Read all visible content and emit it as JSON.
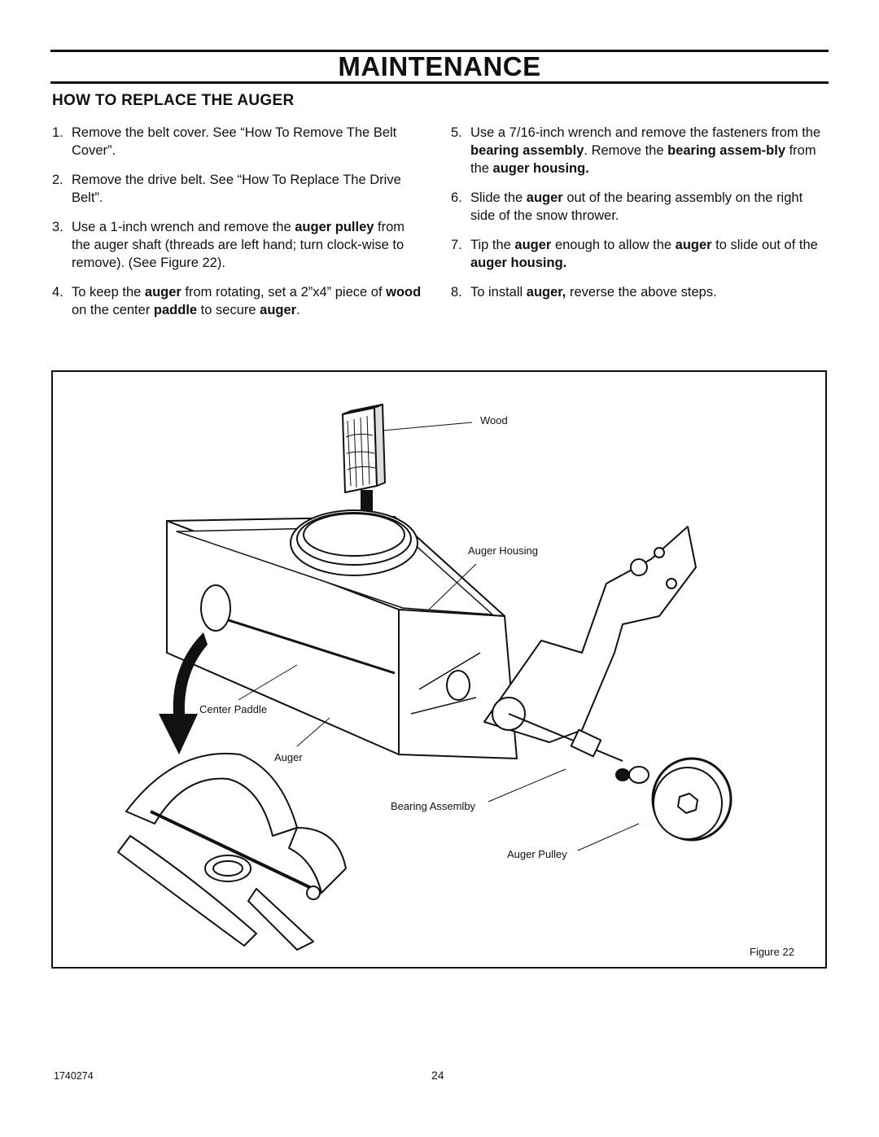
{
  "page_title": "MAINTENANCE",
  "section_heading": "HOW TO REPLACE THE AUGER",
  "steps_left": [
    {
      "num": "1.",
      "parts": [
        {
          "t": "Remove the belt cover. See “How To Remove The Belt Cover”.",
          "b": false
        }
      ]
    },
    {
      "num": "2.",
      "parts": [
        {
          "t": "Remove the drive belt. See “How To Replace The Drive Belt”.",
          "b": false
        }
      ]
    },
    {
      "num": "3.",
      "parts": [
        {
          "t": "Use a 1-inch wrench and remove the ",
          "b": false
        },
        {
          "t": "auger pulley",
          "b": true
        },
        {
          "t": " from the auger shaft (threads are left hand; turn clock-wise to remove). (See Figure 22).",
          "b": false
        }
      ]
    },
    {
      "num": "4.",
      "parts": [
        {
          "t": "To keep the ",
          "b": false
        },
        {
          "t": "auger",
          "b": true
        },
        {
          "t": " from rotating, set a 2”x4” piece of ",
          "b": false
        },
        {
          "t": "wood",
          "b": true
        },
        {
          "t": " on the center ",
          "b": false
        },
        {
          "t": "paddle",
          "b": true
        },
        {
          "t": " to secure ",
          "b": false
        },
        {
          "t": "auger",
          "b": true
        },
        {
          "t": ".",
          "b": false
        }
      ]
    }
  ],
  "steps_right": [
    {
      "num": "5.",
      "parts": [
        {
          "t": "Use a 7/16-inch wrench and remove the fasteners from the ",
          "b": false
        },
        {
          "t": "bearing assembly",
          "b": true
        },
        {
          "t": ". Remove the ",
          "b": false
        },
        {
          "t": "bearing assem-bly",
          "b": true
        },
        {
          "t": " from the ",
          "b": false
        },
        {
          "t": "auger housing.",
          "b": true
        }
      ]
    },
    {
      "num": "6.",
      "parts": [
        {
          "t": "Slide the ",
          "b": false
        },
        {
          "t": "auger",
          "b": true
        },
        {
          "t": " out of the bearing assembly on the right side of the snow thrower.",
          "b": false
        }
      ]
    },
    {
      "num": "7.",
      "parts": [
        {
          "t": "Tip the ",
          "b": false
        },
        {
          "t": "auger",
          "b": true
        },
        {
          "t": " enough to allow the ",
          "b": false
        },
        {
          "t": "auger",
          "b": true
        },
        {
          "t": " to slide out of the ",
          "b": false
        },
        {
          "t": "auger housing.",
          "b": true
        }
      ]
    },
    {
      "num": "8.",
      "parts": [
        {
          "t": "To install ",
          "b": false
        },
        {
          "t": "auger,",
          "b": true
        },
        {
          "t": " reverse the above steps.",
          "b": false
        }
      ]
    }
  ],
  "figure": {
    "labels": {
      "wood": "Wood",
      "auger_housing": "Auger Housing",
      "center_paddle": "Center Paddle",
      "auger": "Auger",
      "bearing_assembly": "Bearing Assemlby",
      "auger_pulley": "Auger Pulley"
    },
    "caption": "Figure 22"
  },
  "footer": {
    "part_number": "1740274",
    "page_number": "24"
  }
}
